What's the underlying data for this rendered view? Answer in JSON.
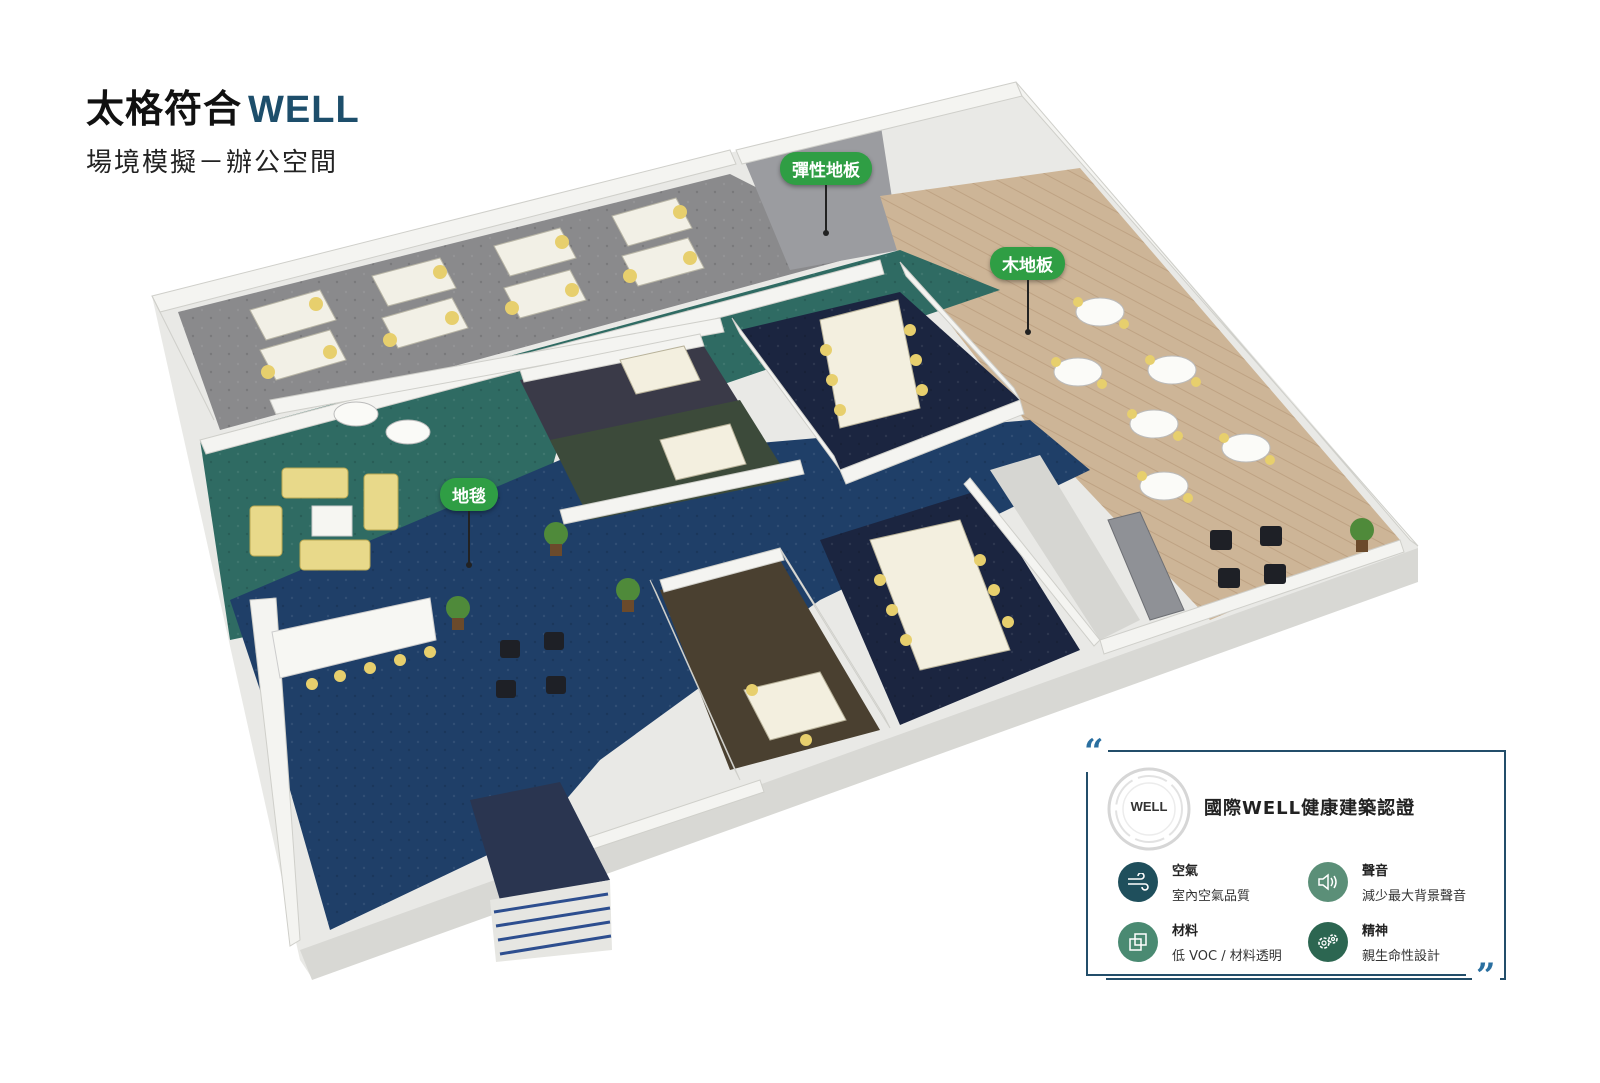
{
  "header": {
    "title": "太格符合",
    "brand": "WELL",
    "subtitle": "場境模擬－辦公空間"
  },
  "labels": {
    "raised_floor": "彈性地板",
    "wood_floor": "木地板",
    "carpet": "地毯"
  },
  "card": {
    "badge_text": "WELL",
    "title": "國際WELL健康建築認證",
    "features": [
      {
        "title": "空氣",
        "desc": "室內空氣品質",
        "icon": "air-icon",
        "color": "#1f4f5c"
      },
      {
        "title": "聲音",
        "desc": "減少最大背景聲音",
        "icon": "speaker-icon",
        "color": "#5b8f78"
      },
      {
        "title": "材料",
        "desc": "低 VOC / 材料透明",
        "icon": "materials-icon",
        "color": "#4a8a72"
      },
      {
        "title": "精神",
        "desc": "親生命性設計",
        "icon": "gears-icon",
        "color": "#2c6651"
      }
    ]
  },
  "colors": {
    "accent": "#1d4e6b",
    "label_green": "#2f9e44"
  }
}
